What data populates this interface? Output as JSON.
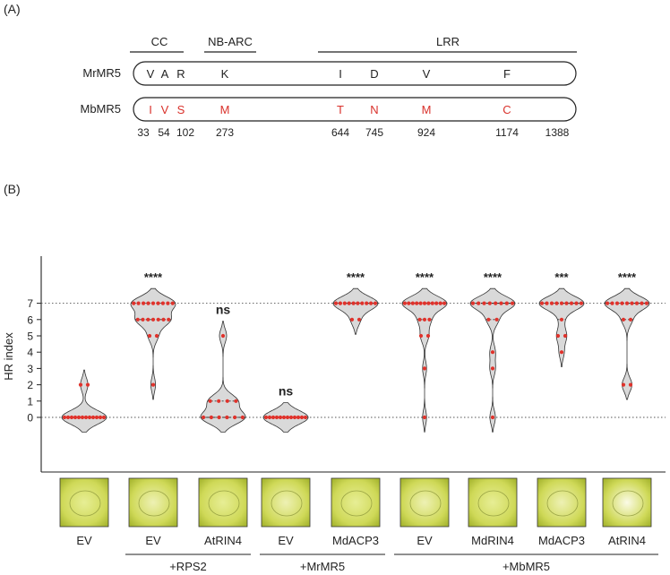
{
  "panel_a": {
    "label": "(A)",
    "domains": [
      {
        "name": "CC"
      },
      {
        "name": "NB-ARC"
      },
      {
        "name": "LRR"
      }
    ],
    "proteins": [
      {
        "name": "MrMR5",
        "residues": [
          "V",
          "A",
          "R",
          "K",
          "I",
          "D",
          "V",
          "F"
        ],
        "color": "#222222"
      },
      {
        "name": "MbMR5",
        "residues": [
          "I",
          "V",
          "S",
          "M",
          "T",
          "N",
          "M",
          "C"
        ],
        "color": "#d9312b"
      }
    ],
    "positions": [
      "33",
      "54",
      "102",
      "273",
      "644",
      "745",
      "924",
      "1174",
      "1388"
    ]
  },
  "panel_b": {
    "label": "(B)"
  },
  "chart_data": {
    "type": "violin",
    "ylabel": "HR index",
    "yticks": [
      0,
      1,
      2,
      3,
      4,
      5,
      6,
      7
    ],
    "ylim": [
      -2.4,
      10.2
    ],
    "reference_lines": [
      0,
      7
    ],
    "point_color": "#e0322b",
    "violin_fill": "#d9d9d9",
    "categories": [
      "EV",
      "EV",
      "AtRIN4",
      "EV",
      "MdACP3",
      "EV",
      "MdRIN4",
      "MdACP3",
      "AtRIN4"
    ],
    "groups": [
      {
        "label": "+RPS2",
        "members": [
          1,
          2
        ]
      },
      {
        "label": "+MrMR5",
        "members": [
          3,
          4
        ]
      },
      {
        "label": "+MbMR5",
        "members": [
          5,
          6,
          7,
          8
        ]
      }
    ],
    "significance": [
      "",
      "****",
      "ns",
      "ns",
      "****",
      "****",
      "****",
      "***",
      "****"
    ],
    "series": [
      {
        "values": [
          0,
          0,
          0,
          0,
          0,
          0,
          0,
          0,
          0,
          0,
          0,
          0,
          2,
          2
        ]
      },
      {
        "values": [
          7,
          7,
          7,
          7,
          7,
          7,
          7,
          7,
          7,
          6,
          6,
          6,
          6,
          6,
          6,
          6,
          5,
          5,
          2
        ]
      },
      {
        "values": [
          5,
          1,
          1,
          1,
          1,
          0,
          0,
          0,
          0,
          0,
          0
        ]
      },
      {
        "values": [
          0,
          0,
          0,
          0,
          0,
          0,
          0,
          0,
          0,
          0,
          0,
          0
        ]
      },
      {
        "values": [
          7,
          7,
          7,
          7,
          7,
          7,
          7,
          7,
          7,
          7,
          6,
          6
        ]
      },
      {
        "values": [
          7,
          7,
          7,
          7,
          7,
          7,
          7,
          7,
          7,
          7,
          7,
          6,
          6,
          6,
          5,
          5,
          3,
          0
        ]
      },
      {
        "values": [
          7,
          7,
          7,
          7,
          7,
          7,
          7,
          7,
          6,
          6,
          4,
          3,
          0
        ]
      },
      {
        "values": [
          7,
          7,
          7,
          7,
          7,
          7,
          7,
          7,
          7,
          6,
          5,
          5,
          4
        ]
      },
      {
        "values": [
          7,
          7,
          7,
          7,
          7,
          7,
          7,
          7,
          7,
          6,
          6,
          2,
          2
        ]
      }
    ]
  }
}
